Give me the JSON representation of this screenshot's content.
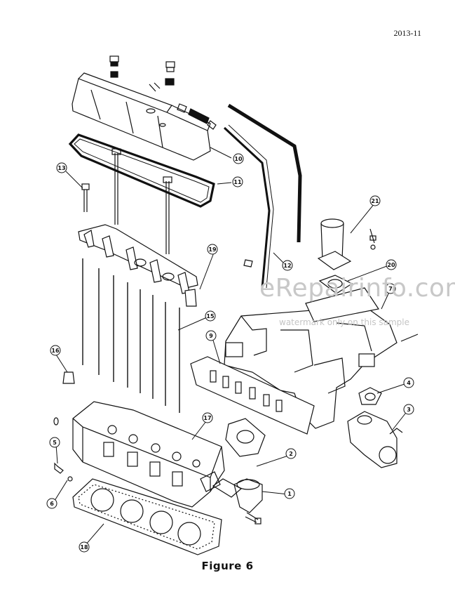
{
  "header": {
    "page_code": "2013-11"
  },
  "figure": {
    "caption": "Figure 6"
  },
  "watermark": {
    "main": "eRepairinfo.com",
    "sub": "watermark only on this sample"
  },
  "callouts": [
    "1",
    "2",
    "3",
    "4",
    "5",
    "6",
    "7",
    "9",
    "10",
    "11",
    "12",
    "13",
    "15",
    "16",
    "17",
    "18",
    "19",
    "20",
    "21"
  ],
  "colors": {
    "ink": "#111111",
    "watermark": "#c8c8c8"
  }
}
